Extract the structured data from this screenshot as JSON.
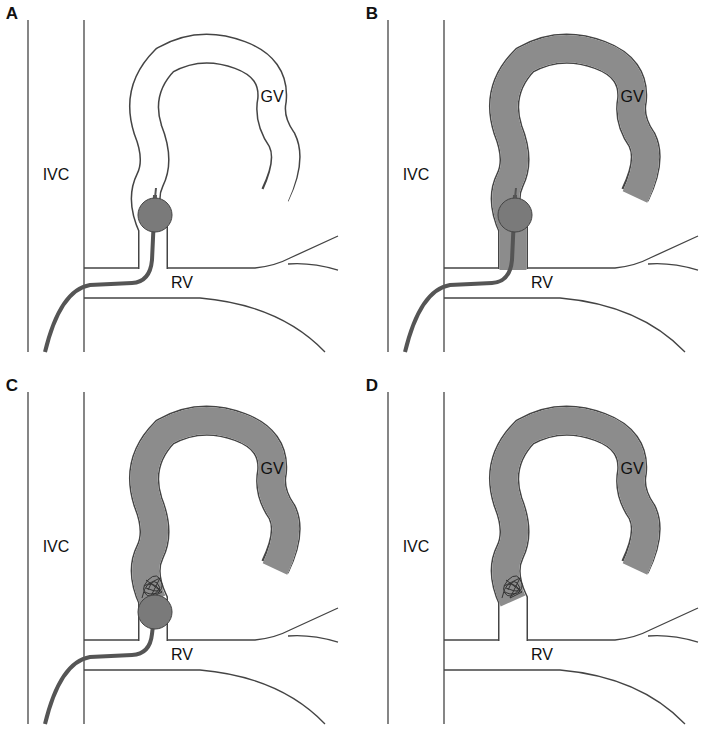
{
  "diagram": {
    "labels": [
      "A",
      "IVC",
      "GV",
      "RV",
      "B",
      "IVC",
      "GV",
      "RV",
      "C",
      "IVC",
      "GV",
      "RV",
      "D",
      "IVC",
      "GV",
      "RV"
    ]
  }
}
